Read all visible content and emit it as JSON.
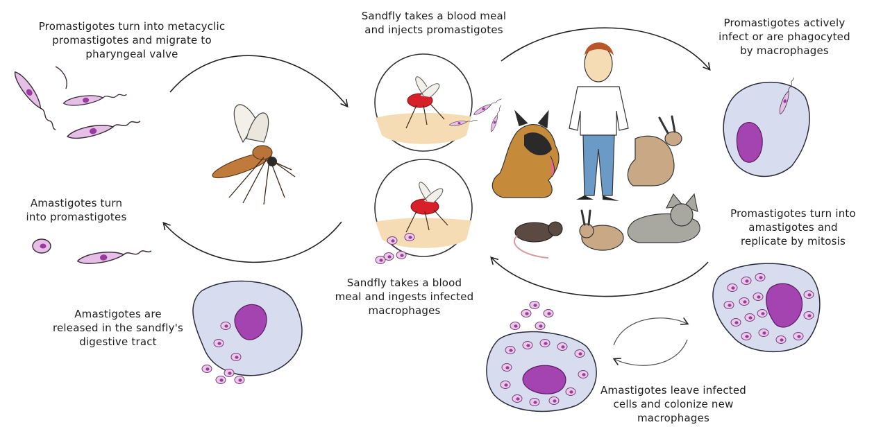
{
  "labels": {
    "metacyclic": "Promastigotes turn into metacyclic\npromastigotes and migrate to\npharyngeal valve",
    "blood_meal_inject": "Sandfly takes a blood meal\nand injects promastigotes",
    "infect_macrophages": "Promastigotes actively\ninfect or are phagocyted\nby macrophages",
    "amastigotes_to_promastigotes": "Amastigotes turn\ninto promastigotes",
    "replicate": "Promastigotes turn into\namastigotes and\nreplicate by mitosis",
    "blood_meal_ingest": "Sandfly takes a blood\nmeal and ingests infected\nmacrophages",
    "released": "Amastigotes are\nreleased in the sandfly's\ndigestive tract",
    "colonize": "Amastigotes leave infected\ncells and colonize new\nmacrophages"
  },
  "colors": {
    "parasite_body": "#e6bfe6",
    "parasite_outline": "#3a2a3a",
    "nucleus": "#9a3aa0",
    "macrophage": "#d7dcef",
    "macrophage_nucleus": "#a444b0",
    "skin": "#f6dcb4",
    "sandfly_body": "#c07a3c",
    "blood": "#d8202a"
  }
}
